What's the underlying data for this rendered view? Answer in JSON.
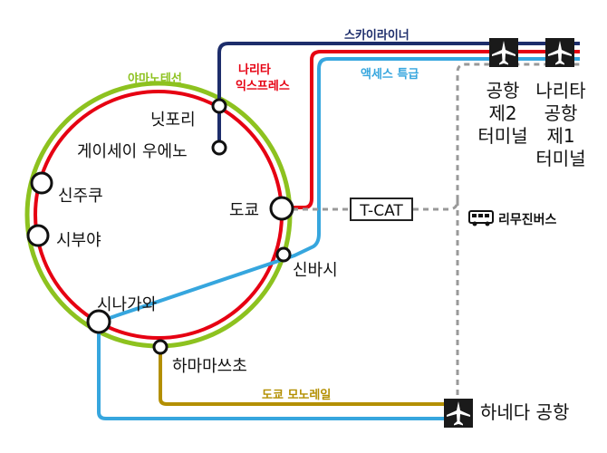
{
  "lines": {
    "yamanote": {
      "label": "야마노테선",
      "color": "#8dc21f"
    },
    "narita_express": {
      "label_1": "나리타",
      "label_2": "익스프레스",
      "color": "#e60012"
    },
    "skyliner": {
      "label": "스카이라이너",
      "color": "#1d2d6b"
    },
    "access_express": {
      "label": "액세스 특급",
      "color": "#36a6de"
    },
    "monorail": {
      "label": "도쿄 모노레일",
      "color": "#b38f00"
    },
    "limousine_bus": {
      "label": "리무진버스"
    }
  },
  "stations": {
    "nippori": "닛포리",
    "keisei_ueno": "게이세이 우에노",
    "shinjuku": "신주쿠",
    "shibuya": "시부야",
    "tokyo": "도쿄",
    "shinbashi": "신바시",
    "shinagawa": "시나가와",
    "hamamatsucho": "하마마쓰초",
    "tcat": "T-CAT"
  },
  "airports": {
    "narita_t2": [
      "공항",
      "제2",
      "터미널"
    ],
    "narita_t1": [
      "나리타",
      "공항",
      "제1",
      "터미널"
    ],
    "haneda": "하네다 공항"
  },
  "colors": {
    "stroke": "#1a1a1a",
    "dashed": "#999999"
  },
  "icons": [
    "airplane-icon",
    "bus-icon"
  ]
}
